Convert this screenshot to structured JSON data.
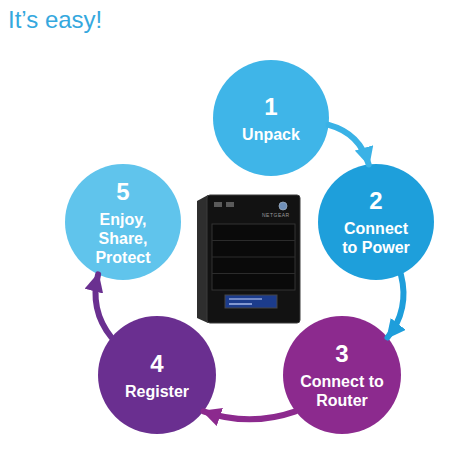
{
  "diagram": {
    "title": "It’s easy!",
    "nodes": [
      {
        "text": [
          "1",
          "Unpack"
        ]
      },
      {
        "text": [
          "2",
          "Connect to Power"
        ]
      },
      {
        "text": [
          "3",
          "Connect to Router"
        ]
      },
      {
        "text": [
          "4",
          "Register"
        ]
      },
      {
        "text": [
          "5",
          "Enjoy, Share, Protect"
        ]
      }
    ],
    "edges": [
      {
        "from": 0,
        "to": 1,
        "arrow": "to"
      },
      {
        "from": 1,
        "to": 2,
        "arrow": "to"
      },
      {
        "from": 2,
        "to": 3,
        "arrow": "to"
      },
      {
        "from": 3,
        "to": 4,
        "arrow": "to"
      }
    ],
    "labels": [
      "NETGEAR"
    ]
  }
}
